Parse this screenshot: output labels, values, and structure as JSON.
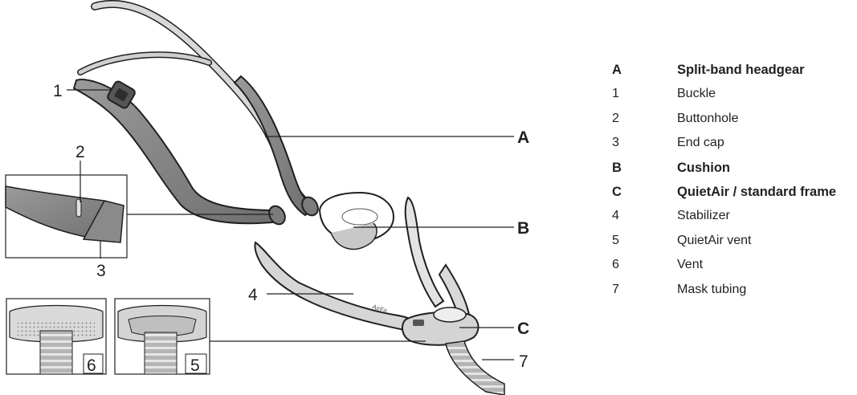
{
  "diagram": {
    "callouts": {
      "one": "1",
      "two": "2",
      "three": "3",
      "four": "4",
      "five": "5",
      "six": "6",
      "seven": "7",
      "a": "A",
      "b": "B",
      "c": "C"
    },
    "stabilizer_print": "AirFit",
    "colors": {
      "strap": "#8a8a8a",
      "strap_light": "#cfcfcf",
      "frame": "#d9d9d9",
      "outline": "#231f20",
      "tube": "#a3a3a3"
    }
  },
  "legend": {
    "items": [
      {
        "key": "A",
        "label": "Split-band headgear",
        "group": true
      },
      {
        "key": "1",
        "label": "Buckle",
        "group": false
      },
      {
        "key": "2",
        "label": "Buttonhole",
        "group": false
      },
      {
        "key": "3",
        "label": "End cap",
        "group": false
      },
      {
        "key": "B",
        "label": "Cushion",
        "group": true
      },
      {
        "key": "C",
        "label": "QuietAir / standard frame",
        "group": true
      },
      {
        "key": "4",
        "label": "Stabilizer",
        "group": false
      },
      {
        "key": "5",
        "label": "QuietAir vent",
        "group": false
      },
      {
        "key": "6",
        "label": "Vent",
        "group": false
      },
      {
        "key": "7",
        "label": "Mask tubing",
        "group": false
      }
    ]
  }
}
